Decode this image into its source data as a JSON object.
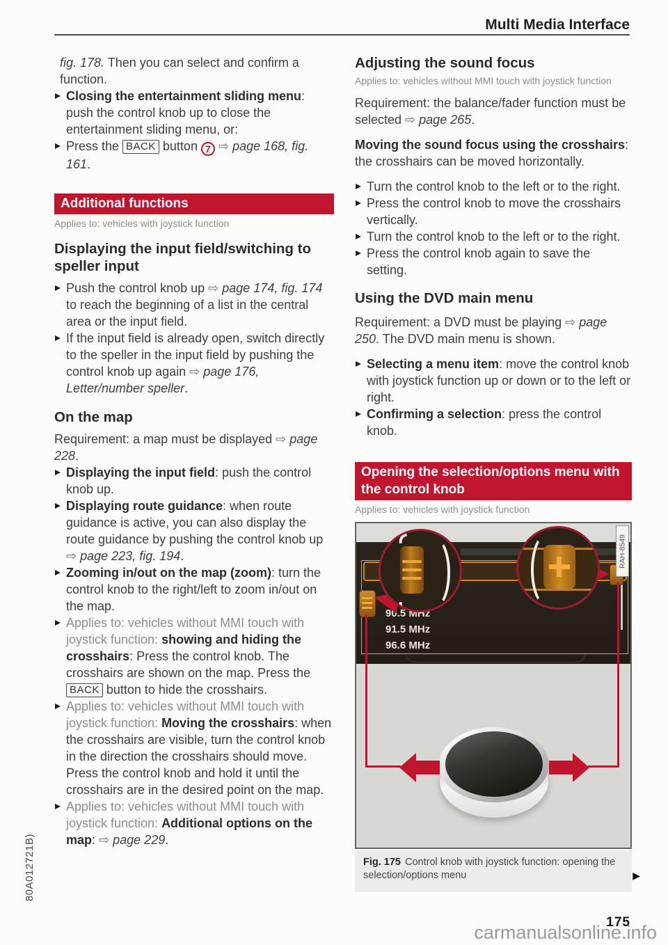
{
  "page": {
    "title": "Multi Media Interface",
    "number": "175",
    "watermark": "carmanualsonline.info",
    "spine_code": "80A012721B)"
  },
  "colors": {
    "accent_red": "#c0142f",
    "circle_red": "#a41e35",
    "highlight_orange": "#cf8326"
  },
  "left": {
    "p_intro": [
      {
        "t": "fig. 178.",
        "s": "i"
      },
      {
        "t": " Then you can select and confirm a function.",
        "s": ""
      }
    ],
    "b_closing": [
      {
        "t": "Closing the entertainment sliding menu",
        "s": "b"
      },
      {
        "t": ": push the control knob up to close the entertainment sliding menu, or:",
        "s": ""
      }
    ],
    "b_press_back": [
      {
        "t": "Press the ",
        "s": ""
      },
      {
        "t": "BACK",
        "s": "btn"
      },
      {
        "t": " button ",
        "s": ""
      },
      {
        "t": "7",
        "s": "circ"
      },
      {
        "t": " ",
        "s": ""
      },
      {
        "t": "⇨",
        "s": "arr"
      },
      {
        "t": " ",
        "s": ""
      },
      {
        "t": "page 168, fig. 161",
        "s": "i"
      },
      {
        "t": ".",
        "s": ""
      }
    ],
    "banner_additional": "Additional functions",
    "applies_joystick": "Applies to: vehicles with joystick function",
    "h_input_field": "Displaying the input field/switching to speller input",
    "b_push_knob": [
      {
        "t": "Push the control knob up ",
        "s": ""
      },
      {
        "t": "⇨",
        "s": "arr"
      },
      {
        "t": " ",
        "s": ""
      },
      {
        "t": "page 174, fig. 174",
        "s": "i"
      },
      {
        "t": " to reach the beginning of a list in the central area or the input field.",
        "s": ""
      }
    ],
    "b_input_open": [
      {
        "t": "If the input field is already open, switch directly to the speller in the input field by pushing the control knob up again ",
        "s": ""
      },
      {
        "t": "⇨",
        "s": "arr"
      },
      {
        "t": " ",
        "s": ""
      },
      {
        "t": "page 176, Letter/number speller",
        "s": "i"
      },
      {
        "t": ".",
        "s": ""
      }
    ],
    "h_on_map": "On the map",
    "p_map_req": [
      {
        "t": "Requirement: a map must be displayed ",
        "s": ""
      },
      {
        "t": "⇨",
        "s": "arr"
      },
      {
        "t": " ",
        "s": ""
      },
      {
        "t": "page 228",
        "s": "i"
      },
      {
        "t": ".",
        "s": ""
      }
    ],
    "b_display_input": [
      {
        "t": "Displaying the input field",
        "s": "b"
      },
      {
        "t": ": push the control knob up.",
        "s": ""
      }
    ],
    "b_route_guidance": [
      {
        "t": "Displaying route guidance",
        "s": "b"
      },
      {
        "t": ": when route guidance is active, you can also display the route guidance by pushing the control knob up ",
        "s": ""
      },
      {
        "t": "⇨",
        "s": "arr"
      },
      {
        "t": " ",
        "s": ""
      },
      {
        "t": "page 223, fig. 194",
        "s": "i"
      },
      {
        "t": ".",
        "s": ""
      }
    ],
    "b_zooming": [
      {
        "t": "Zooming in/out on the map (zoom)",
        "s": "b"
      },
      {
        "t": ": turn the control knob to the right/left to zoom in/out on the map.",
        "s": ""
      }
    ],
    "b_show_hide": [
      {
        "t": "Applies to: vehicles without MMI touch with joystick function: ",
        "s": "g"
      },
      {
        "t": "showing and hiding the crosshairs",
        "s": "b"
      },
      {
        "t": ": Press the control knob. The crosshairs are shown on the map. Press the ",
        "s": ""
      },
      {
        "t": "BACK",
        "s": "btn"
      },
      {
        "t": " button to hide the crosshairs.",
        "s": ""
      }
    ],
    "b_moving": [
      {
        "t": "Applies to: vehicles without MMI touch with joystick function: ",
        "s": "g"
      },
      {
        "t": "Moving the crosshairs",
        "s": "b"
      },
      {
        "t": ": when the crosshairs are visible, turn the control knob in the direction the crosshairs should move. Press the control knob and hold it until the crosshairs are in the desired point on the map.",
        "s": ""
      }
    ],
    "b_additional_opts": [
      {
        "t": "Applies to: vehicles without MMI touch with joystick function: ",
        "s": "g"
      },
      {
        "t": "Additional options on the map",
        "s": "b"
      },
      {
        "t": ": ",
        "s": ""
      },
      {
        "t": "⇨",
        "s": "arr"
      },
      {
        "t": " ",
        "s": ""
      },
      {
        "t": "page 229",
        "s": "i"
      },
      {
        "t": ".",
        "s": ""
      }
    ]
  },
  "right": {
    "h_sound": "Adjusting the sound focus",
    "applies_no_touch": "Applies to: vehicles without MMI touch with joystick function",
    "p_sound_req": [
      {
        "t": "Requirement: the balance/fader function must be selected ",
        "s": ""
      },
      {
        "t": "⇨",
        "s": "arr"
      },
      {
        "t": " ",
        "s": ""
      },
      {
        "t": "page 265",
        "s": "i"
      },
      {
        "t": ".",
        "s": ""
      }
    ],
    "p_moving_focus": [
      {
        "t": "Moving the sound focus using the crosshairs",
        "s": "b"
      },
      {
        "t": ": the crosshairs can be moved horizontally.",
        "s": ""
      }
    ],
    "b_turn1": [
      {
        "t": "Turn the control knob to the left or to the right.",
        "s": ""
      }
    ],
    "b_press_vert": [
      {
        "t": "Press the control knob to move the crosshairs vertically.",
        "s": ""
      }
    ],
    "b_turn2": [
      {
        "t": "Turn the control knob to the left or to the right.",
        "s": ""
      }
    ],
    "b_press_save": [
      {
        "t": "Press the control knob again to save the setting.",
        "s": ""
      }
    ],
    "h_dvd": "Using the DVD main menu",
    "p_dvd_req": [
      {
        "t": "Requirement: a DVD must be playing ",
        "s": ""
      },
      {
        "t": "⇨",
        "s": "arr"
      },
      {
        "t": " ",
        "s": ""
      },
      {
        "t": "page 250",
        "s": "i"
      },
      {
        "t": ". The DVD main menu is shown.",
        "s": ""
      }
    ],
    "b_selecting": [
      {
        "t": "Selecting a menu item",
        "s": "b"
      },
      {
        "t": ": move the control knob with joystick function up or down or to the left or right.",
        "s": ""
      }
    ],
    "b_confirming": [
      {
        "t": "Confirming a selection",
        "s": "b"
      },
      {
        "t": ": press the control knob.",
        "s": ""
      }
    ],
    "banner_opening": "Opening the selection/options menu with the control knob",
    "applies_joystick2": "Applies to: vehicles with joystick function"
  },
  "figure": {
    "side_label": "RAH-8549",
    "stations": [
      "90",
      "90.5 MHz",
      "91.5 MHz",
      "96.6 MHz"
    ],
    "caption_fig": "Fig. 175",
    "caption_text": "Control knob with joystick function: opening the selection/options menu",
    "caption_arrow": "▶"
  }
}
